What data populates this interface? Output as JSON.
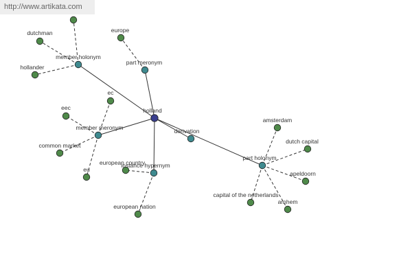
{
  "banner": {
    "url": "http://www.artikata.com"
  },
  "colors": {
    "root": "#3a3f8f",
    "relation": "#3f8a8f",
    "leaf": "#4f8a4a",
    "edge": "#333333"
  },
  "graph": {
    "root": {
      "id": "holland",
      "label": "holland"
    },
    "relations": [
      {
        "id": "member-holonym",
        "label": "member holonym"
      },
      {
        "id": "part-meronym",
        "label": "part meronym"
      },
      {
        "id": "member-meronym",
        "label": "member meronym"
      },
      {
        "id": "instance-hypernym",
        "label": "instance hypernym"
      },
      {
        "id": "derivation",
        "label": "derivation"
      },
      {
        "id": "part-holonym",
        "label": "part holonym"
      }
    ],
    "terms": [
      {
        "id": "unlabeled-1",
        "label": "",
        "relation": "member-holonym"
      },
      {
        "id": "dutchman",
        "label": "dutchman",
        "relation": "member-holonym"
      },
      {
        "id": "hollander",
        "label": "hollander",
        "relation": "member-holonym"
      },
      {
        "id": "europe",
        "label": "europe",
        "relation": "part-meronym"
      },
      {
        "id": "ec",
        "label": "ec",
        "relation": "member-meronym"
      },
      {
        "id": "eec",
        "label": "eec",
        "relation": "member-meronym"
      },
      {
        "id": "common-market",
        "label": "common market",
        "relation": "member-meronym"
      },
      {
        "id": "eu",
        "label": "eu",
        "relation": "member-meronym"
      },
      {
        "id": "european-country",
        "label": "european country",
        "relation": "instance-hypernym"
      },
      {
        "id": "european-nation",
        "label": "european nation",
        "relation": "instance-hypernym"
      },
      {
        "id": "amsterdam",
        "label": "amsterdam",
        "relation": "part-holonym"
      },
      {
        "id": "dutch-capital",
        "label": "dutch capital",
        "relation": "part-holonym"
      },
      {
        "id": "apeldoorn",
        "label": "apeldoorn",
        "relation": "part-holonym"
      },
      {
        "id": "arnhem",
        "label": "arnhem",
        "relation": "part-holonym"
      },
      {
        "id": "capital-of-the-netherlands",
        "label": "capital of the netherlands",
        "relation": "part-holonym"
      }
    ]
  }
}
